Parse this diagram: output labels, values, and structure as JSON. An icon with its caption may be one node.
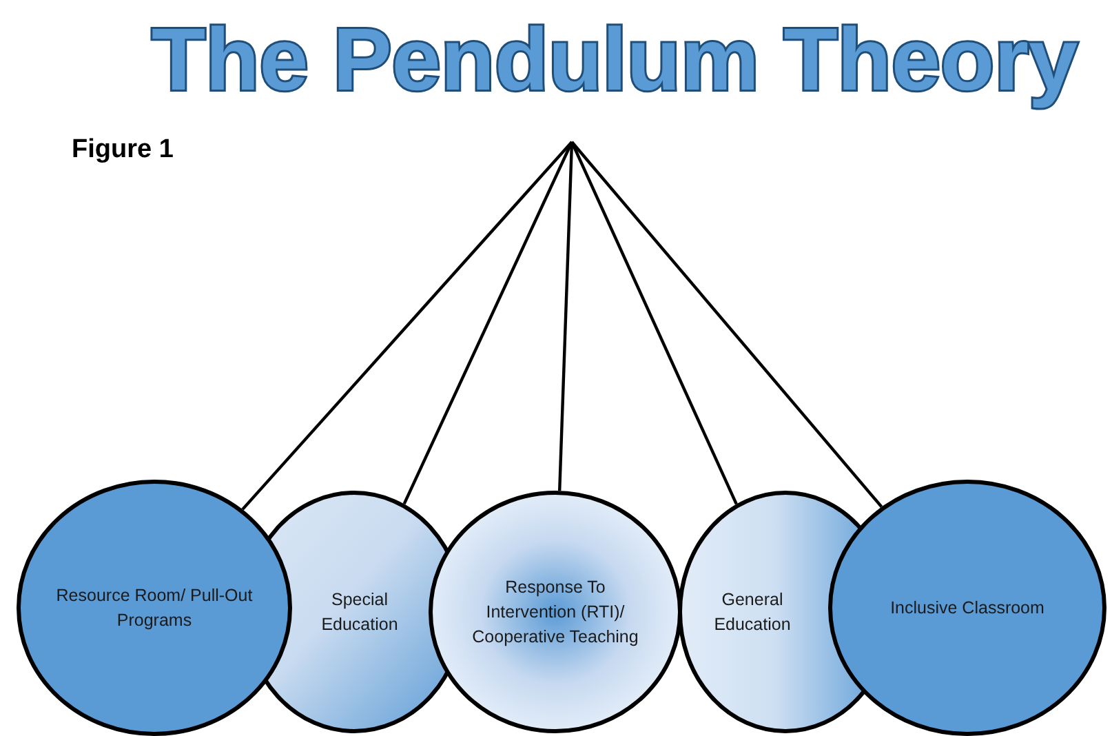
{
  "diagram": {
    "title": "The Pendulum Theory",
    "nodes": [
      {
        "text": [
          "Resource Room/ Pull-Out Programs"
        ]
      },
      {
        "text": [
          "Special Education"
        ]
      },
      {
        "text": [
          "Response To Intervention (RTI)/ Cooperative Teaching"
        ]
      },
      {
        "text": [
          "General Education"
        ]
      },
      {
        "text": [
          "Inclusive Classroom"
        ]
      }
    ],
    "edges": [
      {
        "from": null,
        "to": 0,
        "arrow": "none"
      },
      {
        "from": null,
        "to": 1,
        "arrow": "none"
      },
      {
        "from": null,
        "to": 2,
        "arrow": "none"
      },
      {
        "from": null,
        "to": 3,
        "arrow": "none"
      },
      {
        "from": null,
        "to": 4,
        "arrow": "none"
      }
    ],
    "labels": [
      "Figure 1"
    ]
  }
}
